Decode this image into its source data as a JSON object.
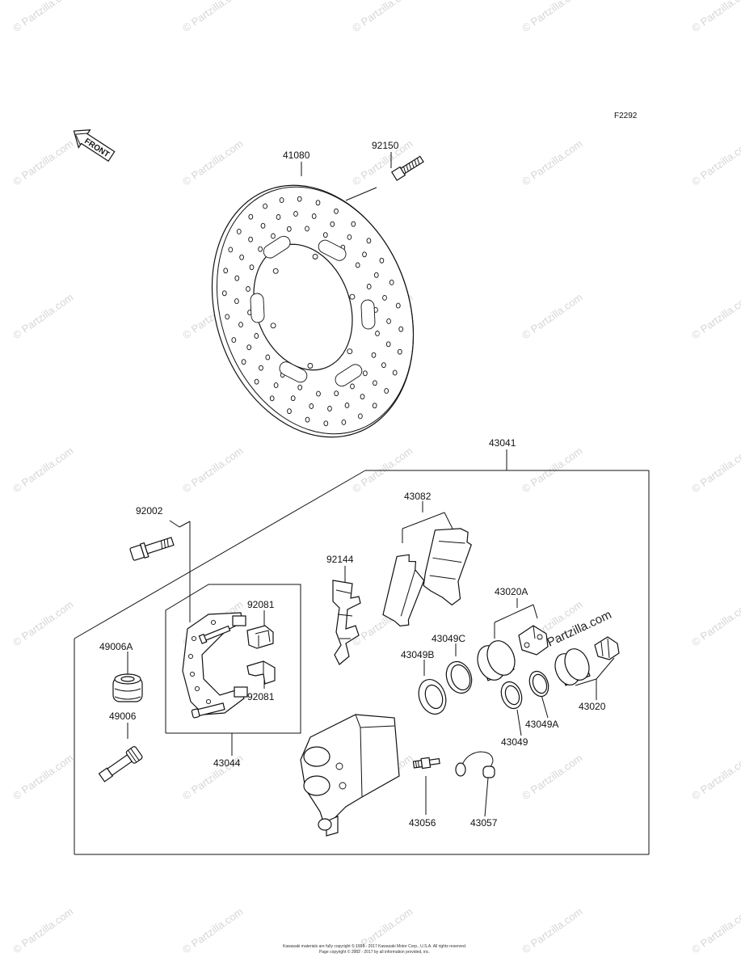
{
  "diagram_code": "F2292",
  "front_label": "FRONT",
  "watermark": "© Partzilla.com",
  "center_watermark": "Partzilla.com",
  "footer": {
    "line1": "Kawasaki materials are fully copyright © 1998 - 2017 Kawasaki Motor Corp., U.S.A. All rights reserved.",
    "line2": "Page copyright © 2002 - 2017 by all information provided, inc."
  },
  "labels": {
    "disc": "41080",
    "disc_bolt": "92150",
    "caliper_assy": "43041",
    "pad_set": "43082",
    "caliper_bolt": "92002",
    "pad_spring": "92144",
    "bracket_clip_upper": "92081",
    "bracket_clip_lower": "92081",
    "bracket_assy": "43044",
    "boot": "49006A",
    "slide_pin": "49006",
    "piston_large": "43020A",
    "dust_seal_large": "43049C",
    "piston_seal_large": "43049B",
    "piston_small": "43020",
    "dust_seal_small": "43049A",
    "piston_seal_small": "43049",
    "bleed_valve": "43056",
    "bleed_cap": "43057"
  }
}
